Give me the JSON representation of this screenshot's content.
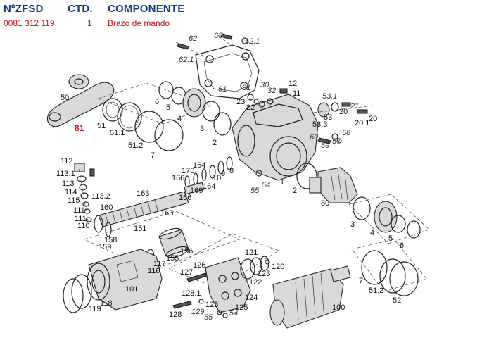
{
  "header": {
    "col_zfsd": "NºZFSD",
    "col_qty": "CTD.",
    "col_component": "COMPONENTE"
  },
  "row": {
    "zfsd": "0081 312 119",
    "qty": "1",
    "component": "Brazo de mando"
  },
  "callouts": [
    {
      "id": "62",
      "t": "62",
      "it": true
    },
    {
      "id": "63",
      "t": "63",
      "it": true
    },
    {
      "id": "62_1",
      "t": "62.1",
      "it": true
    },
    {
      "id": "62_1b",
      "t": "62.1",
      "it": true
    },
    {
      "id": "61",
      "t": "61",
      "it": true
    },
    {
      "id": "50",
      "t": "50"
    },
    {
      "id": "81",
      "t": "81",
      "red": true
    },
    {
      "id": "51",
      "t": "51"
    },
    {
      "id": "51_1",
      "t": "51.1"
    },
    {
      "id": "51_2",
      "t": "51.2"
    },
    {
      "id": "7",
      "t": "7"
    },
    {
      "id": "6",
      "t": "6"
    },
    {
      "id": "5",
      "t": "5"
    },
    {
      "id": "4",
      "t": "4"
    },
    {
      "id": "3",
      "t": "3"
    },
    {
      "id": "2",
      "t": "2"
    },
    {
      "id": "31",
      "t": "31",
      "it": true
    },
    {
      "id": "30",
      "t": "30",
      "it": true
    },
    {
      "id": "32",
      "t": "32",
      "it": true
    },
    {
      "id": "12",
      "t": "12"
    },
    {
      "id": "11",
      "t": "11"
    },
    {
      "id": "23",
      "t": "23"
    },
    {
      "id": "22",
      "t": "22"
    },
    {
      "id": "53_1",
      "t": "53.1",
      "it": true
    },
    {
      "id": "53",
      "t": "53"
    },
    {
      "id": "53_3",
      "t": "53.3"
    },
    {
      "id": "21",
      "t": "21",
      "it": true
    },
    {
      "id": "20",
      "t": "20"
    },
    {
      "id": "20_1",
      "t": "20.1"
    },
    {
      "id": "20b",
      "t": "20"
    },
    {
      "id": "60",
      "t": "60",
      "it": true
    },
    {
      "id": "59",
      "t": "59",
      "it": true
    },
    {
      "id": "57",
      "t": "57",
      "it": true
    },
    {
      "id": "58",
      "t": "58",
      "it": true
    },
    {
      "id": "8",
      "t": "8"
    },
    {
      "id": "9",
      "t": "9"
    },
    {
      "id": "10",
      "t": "10"
    },
    {
      "id": "164",
      "t": "164"
    },
    {
      "id": "164b",
      "t": "164"
    },
    {
      "id": "170",
      "t": "170"
    },
    {
      "id": "166",
      "t": "166"
    },
    {
      "id": "166b",
      "t": "166"
    },
    {
      "id": "169",
      "t": "169"
    },
    {
      "id": "55",
      "t": "55",
      "it": true
    },
    {
      "id": "54",
      "t": "54",
      "it": true
    },
    {
      "id": "1",
      "t": "1"
    },
    {
      "id": "2b",
      "t": "2"
    },
    {
      "id": "80",
      "t": "80"
    },
    {
      "id": "112",
      "t": "112"
    },
    {
      "id": "113_1",
      "t": "113.1"
    },
    {
      "id": "113",
      "t": "113"
    },
    {
      "id": "114",
      "t": "114"
    },
    {
      "id": "115",
      "t": "115"
    },
    {
      "id": "113_2",
      "t": "113.2"
    },
    {
      "id": "160",
      "t": "160"
    },
    {
      "id": "111",
      "t": "111"
    },
    {
      "id": "111b",
      "t": "111"
    },
    {
      "id": "110",
      "t": "110"
    },
    {
      "id": "163",
      "t": "163"
    },
    {
      "id": "163b",
      "t": "163"
    },
    {
      "id": "158",
      "t": "158"
    },
    {
      "id": "159",
      "t": "159"
    },
    {
      "id": "151",
      "t": "151"
    },
    {
      "id": "156",
      "t": "156"
    },
    {
      "id": "155",
      "t": "155"
    },
    {
      "id": "117",
      "t": "117"
    },
    {
      "id": "116",
      "t": "116"
    },
    {
      "id": "101",
      "t": "101"
    },
    {
      "id": "119",
      "t": "119"
    },
    {
      "id": "118",
      "t": "118"
    },
    {
      "id": "126",
      "t": "126"
    },
    {
      "id": "127",
      "t": "127"
    },
    {
      "id": "128_1",
      "t": "128.1"
    },
    {
      "id": "128",
      "t": "128"
    },
    {
      "id": "128b",
      "t": "128"
    },
    {
      "id": "129",
      "t": "129",
      "it": true
    },
    {
      "id": "55b",
      "t": "55",
      "it": true
    },
    {
      "id": "54b",
      "t": "54",
      "it": true
    },
    {
      "id": "125",
      "t": "125"
    },
    {
      "id": "124",
      "t": "124"
    },
    {
      "id": "122",
      "t": "122"
    },
    {
      "id": "123",
      "t": "123"
    },
    {
      "id": "121",
      "t": "121"
    },
    {
      "id": "120",
      "t": "120"
    },
    {
      "id": "100",
      "t": "100"
    },
    {
      "id": "3b",
      "t": "3"
    },
    {
      "id": "4b",
      "t": "4"
    },
    {
      "id": "5b",
      "t": "5"
    },
    {
      "id": "6b",
      "t": "6"
    },
    {
      "id": "7b",
      "t": "7"
    },
    {
      "id": "51_2b",
      "t": "51.2"
    },
    {
      "id": "52",
      "t": "52"
    }
  ]
}
